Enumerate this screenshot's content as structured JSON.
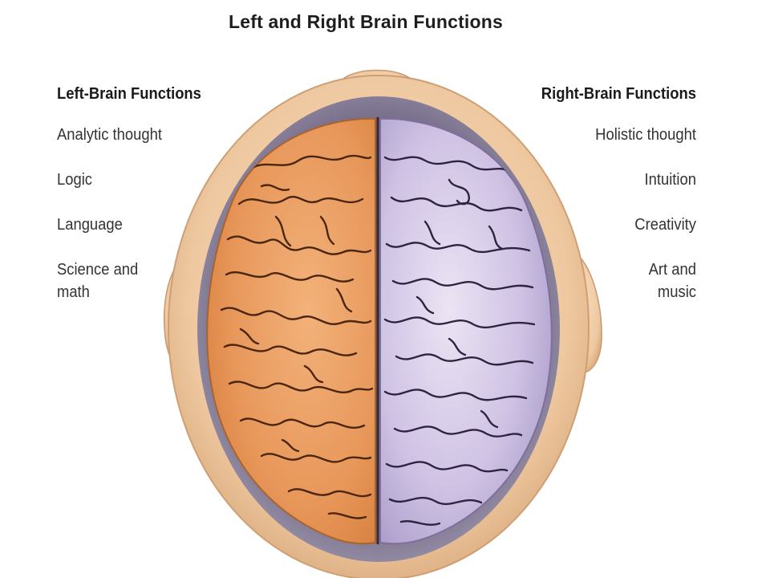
{
  "title": "Left and Right Brain Functions",
  "left": {
    "heading": "Left-Brain Functions",
    "items": [
      {
        "line1": "Analytic thought",
        "line2": ""
      },
      {
        "line1": "Logic",
        "line2": ""
      },
      {
        "line1": "Language",
        "line2": ""
      },
      {
        "line1": "Science and",
        "line2": "math"
      }
    ]
  },
  "right": {
    "heading": "Right-Brain Functions",
    "items": [
      {
        "line1": "Holistic thought",
        "line2": ""
      },
      {
        "line1": "Intuition",
        "line2": ""
      },
      {
        "line1": "Creativity",
        "line2": ""
      },
      {
        "line1": "Art and",
        "line2": "music"
      }
    ]
  },
  "colors": {
    "left_hemisphere": "#e89a5c",
    "right_hemisphere": "#cbbde0",
    "skin": "#f1cfa6",
    "scalp_shadow": "#5b5470"
  }
}
